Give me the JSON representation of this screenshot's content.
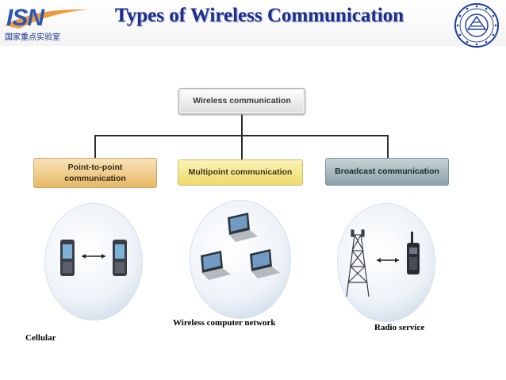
{
  "header": {
    "logo_text": "ISN",
    "logo_subtitle": "国家重点实验室",
    "title": "Types of Wireless Communication"
  },
  "diagram": {
    "root": "Wireless communication",
    "children": [
      {
        "label_line1": "Point-to-point",
        "label_line2": "communication",
        "caption": "Cellular"
      },
      {
        "label_line1": "Multipoint communication",
        "label_line2": "",
        "caption": "Wireless computer network"
      },
      {
        "label_line1": "Broadcast communication",
        "label_line2": "",
        "caption": "Radio service"
      }
    ]
  },
  "colors": {
    "title": "#1c2f8c",
    "p2p_box": "#e6b864",
    "multipoint_box": "#eedb6a",
    "broadcast_box": "#8aa1a7",
    "root_box": "#dcdcdc"
  },
  "icons": [
    "seal-icon",
    "mobile-phone-icon",
    "laptop-icon",
    "radio-tower-icon",
    "walkie-talkie-icon",
    "double-arrow-icon"
  ]
}
